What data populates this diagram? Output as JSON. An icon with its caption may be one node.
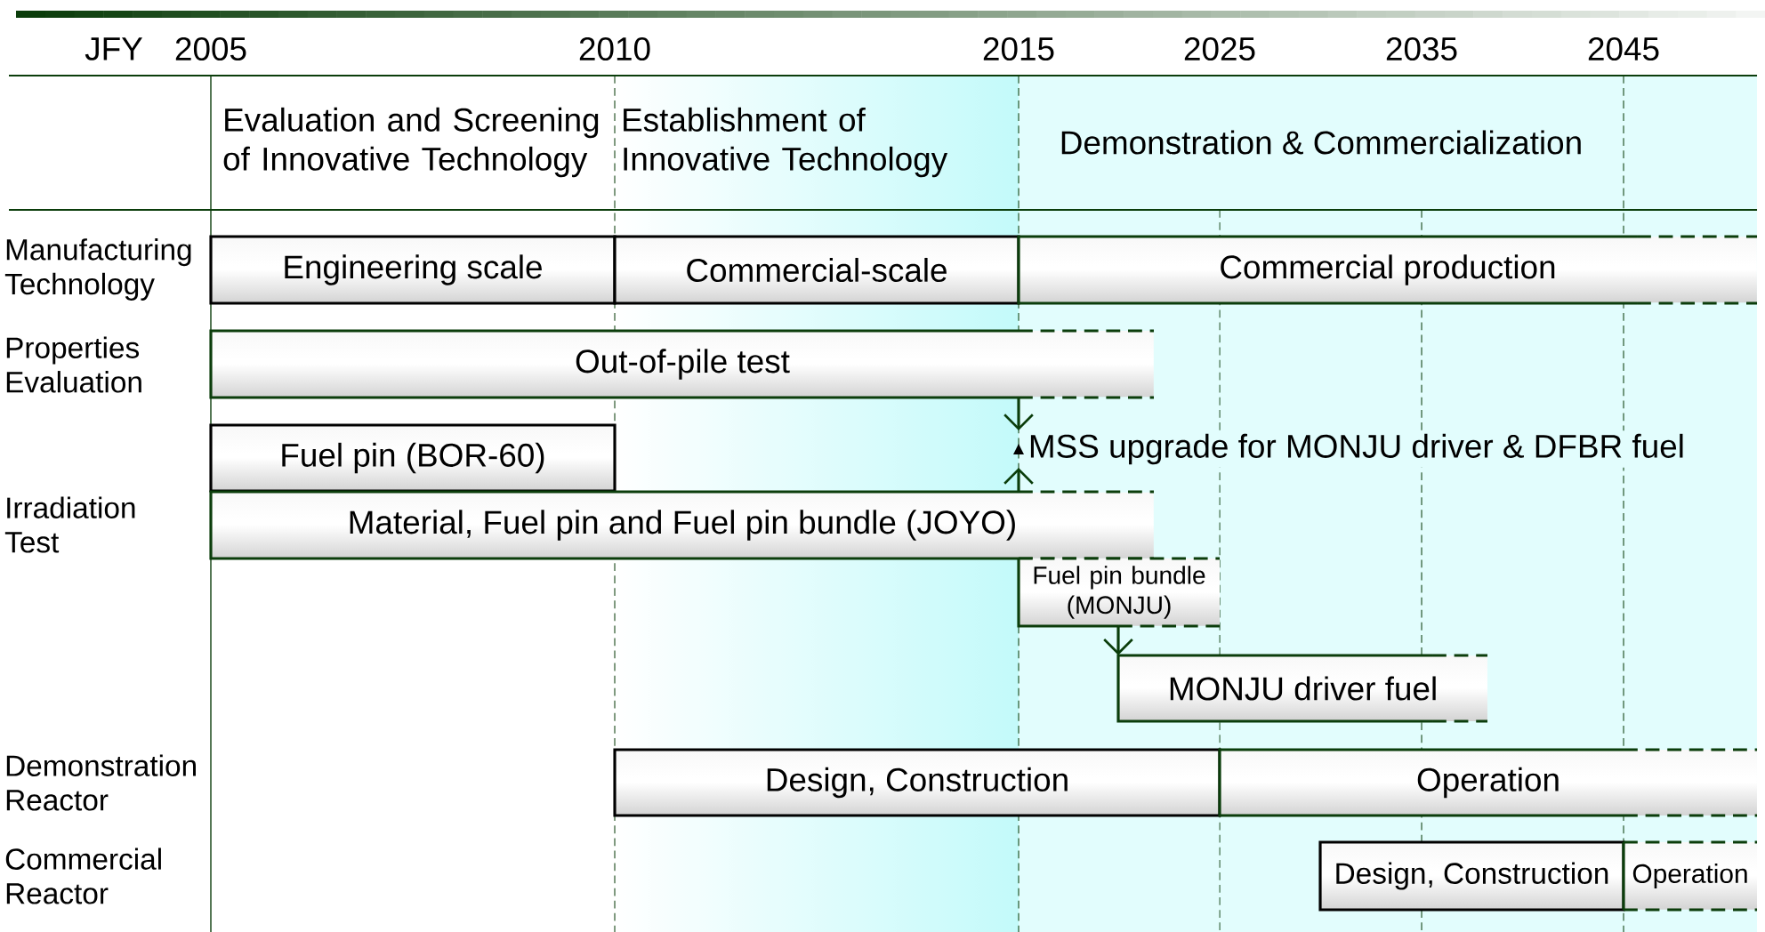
{
  "diagram": {
    "nodes": [
      {
        "text": [
          "Engineering scale"
        ]
      },
      {
        "text": [
          "Commercial-scale"
        ]
      },
      {
        "text": [
          "Commercial production"
        ]
      },
      {
        "text": [
          "Out-of-pile test"
        ]
      },
      {
        "text": [
          "Fuel pin (BOR-60)"
        ]
      },
      {
        "text": [
          "MSS upgrade for MONJU driver & DFBR fuel"
        ]
      },
      {
        "text": [
          "Material, Fuel pin and Fuel pin bundle (JOYO)"
        ]
      },
      {
        "text": [
          "Fuel pin bundle (MONJU)"
        ]
      },
      {
        "text": [
          "MONJU driver fuel"
        ]
      },
      {
        "text": [
          "Design, Construction"
        ]
      },
      {
        "text": [
          "Operation"
        ]
      },
      {
        "text": [
          "Design, Construction"
        ]
      },
      {
        "text": [
          "Operation"
        ]
      }
    ],
    "edges": [
      {
        "from": 3,
        "to": 5,
        "arrow": "to"
      },
      {
        "from": 6,
        "to": 5,
        "arrow": "to"
      },
      {
        "from": 7,
        "to": 8,
        "arrow": "to"
      }
    ],
    "labels": [
      "JFY",
      "2005",
      "2010",
      "2015",
      "2025",
      "2035",
      "2045",
      "Evaluation and Screening of Innovative Technology",
      "Establishment of Innovative Technology",
      "Demonstration & Commercialization",
      "Manufacturing Technology",
      "Properties Evaluation",
      "Irradiation Test",
      "Demonstration Reactor",
      "Commercial Reactor"
    ]
  }
}
